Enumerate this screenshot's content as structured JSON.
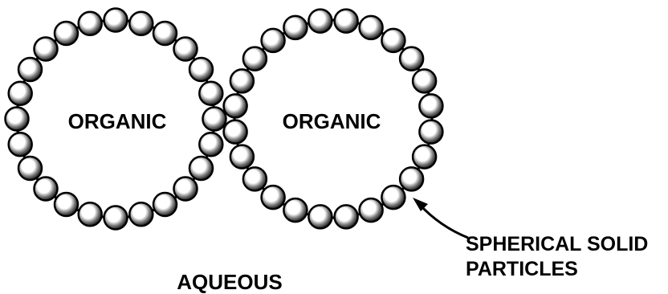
{
  "labels": {
    "left_phase": "ORGANIC",
    "right_phase": "ORGANIC",
    "continuous_phase": "AQUEOUS",
    "particles_line1": "SPHERICAL SOLID",
    "particles_line2": "PARTICLES"
  },
  "colors": {
    "ink": "#000000",
    "background": "#ffffff"
  }
}
